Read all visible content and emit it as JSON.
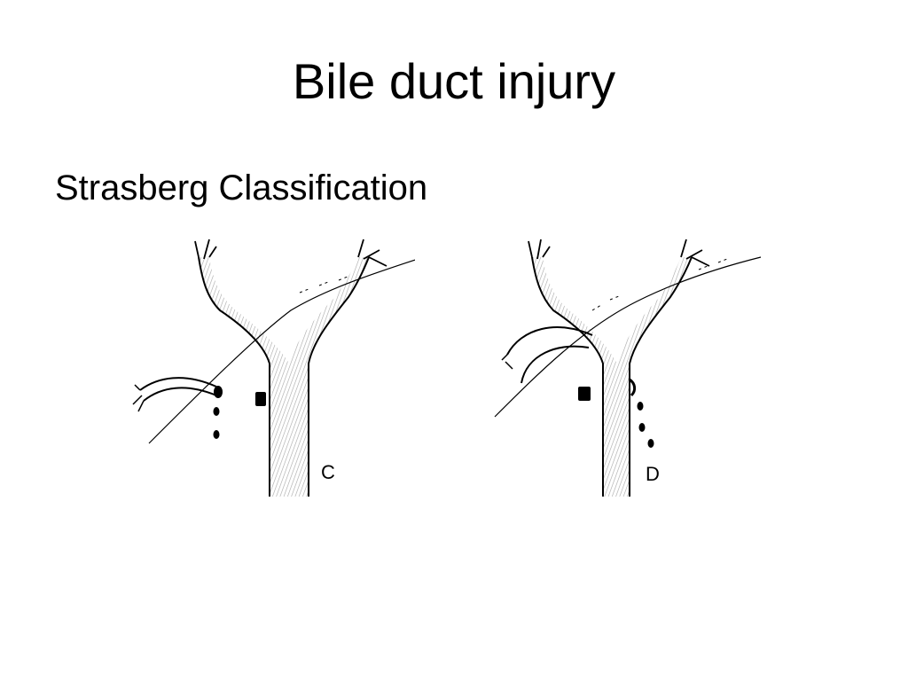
{
  "slide": {
    "title": "Bile duct injury",
    "subtitle": "Strasberg Classification"
  },
  "figures": [
    {
      "label": "C"
    },
    {
      "label": "D"
    }
  ],
  "colors": {
    "background": "#ffffff",
    "ink": "#000000"
  }
}
